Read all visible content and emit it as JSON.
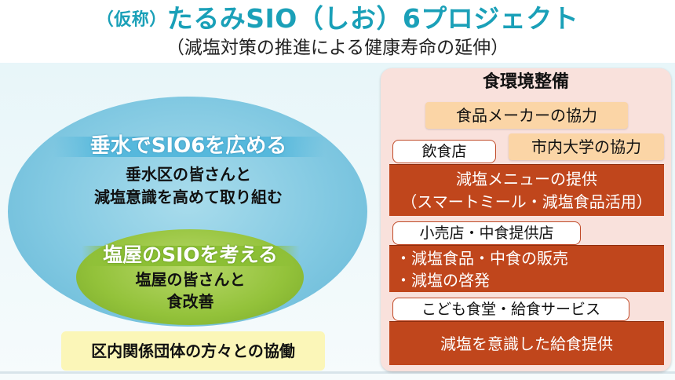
{
  "header": {
    "title_prefix": "（仮称）",
    "title": "たるみSIO（しお）6プロジェクト",
    "subtitle": "（減塩対策の推進による健康寿命の延伸）"
  },
  "left": {
    "outer": {
      "heading": "垂水でSIO6を広める",
      "desc_line1": "垂水区の皆さんと",
      "desc_line2": "減塩意識を高めて取り組む"
    },
    "inner": {
      "heading": "塩屋のSIOを考える",
      "desc_line1": "塩屋の皆さんと",
      "desc_line2": "食改善"
    },
    "collab": "区内関係団体の方々との協働"
  },
  "right": {
    "title": "食環境整備",
    "maker": "食品メーカーの協力",
    "university": "市内大学の協力",
    "restaurants": {
      "tab": "飲食店",
      "line1": "減塩メニューの提供",
      "line2": "（スマートミール・減塩食品活用）"
    },
    "retail": {
      "tab": "小売店・中食提供店",
      "line1": "・減塩食品・中食の販売",
      "line2": "・減塩の啓発"
    },
    "kids": {
      "tab": "こども食堂・給食サービス",
      "line1": "減塩を意識した給食提供"
    }
  },
  "colors": {
    "title": "#1aa0b8",
    "outer_ellipse": "#82c9e2",
    "inner_ellipse": "#93c23a",
    "panel": "#f9e1dc",
    "peach": "#fbd5a6",
    "red_box": "#c0461c",
    "collab_box": "#fbf6b8"
  }
}
